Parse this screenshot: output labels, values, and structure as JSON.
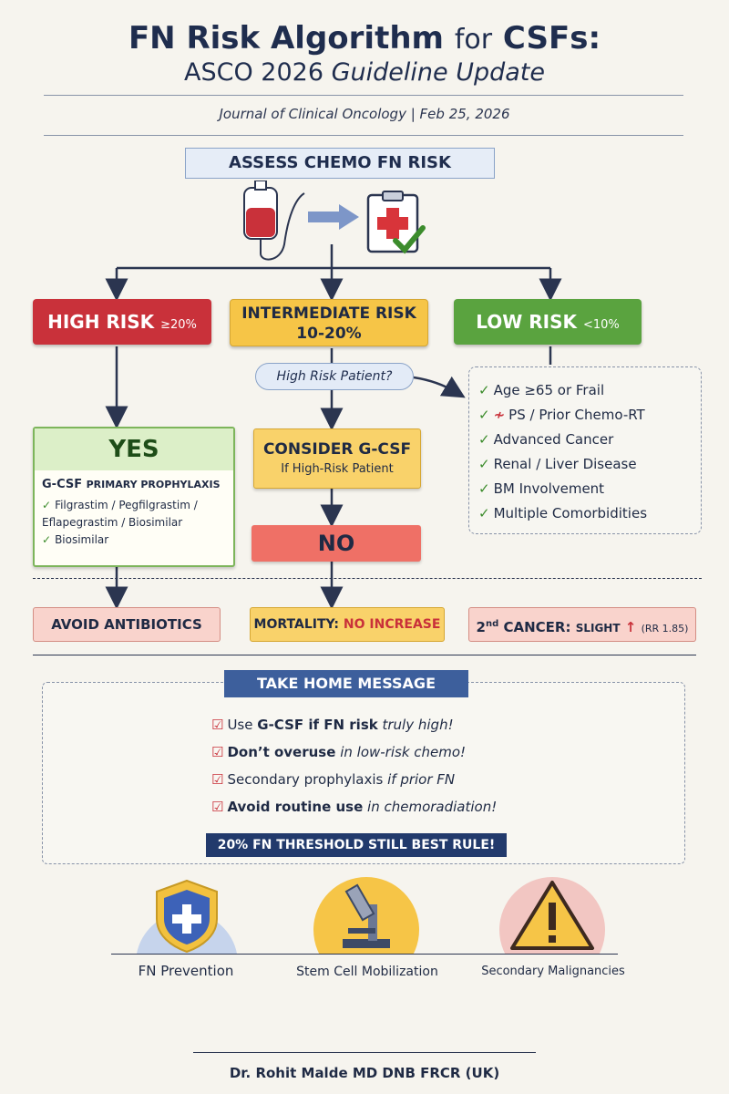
{
  "header": {
    "title_part1": "FN Risk Algorithm",
    "title_part2": "for",
    "title_part3": "CSFs:",
    "subtitle_part1": "ASCO 2026",
    "subtitle_part2": "Guideline Update",
    "journal": "Journal of Clinical Oncology | Feb 25, 2026"
  },
  "assess": {
    "label": "ASSESS CHEMO FN RISK"
  },
  "risks": {
    "high": {
      "label": "HIGH RISK",
      "range": "≥20%",
      "color": "#c9313a"
    },
    "intermediate": {
      "label": "INTERMEDIATE RISK",
      "range": "10-20%",
      "color": "#f6c547"
    },
    "low": {
      "label": "LOW RISK",
      "range": "<10%",
      "color": "#5aa33f"
    }
  },
  "question": "High Risk Patient?",
  "yes_box": {
    "heading": "YES",
    "sub_prefix": "G-CSF",
    "sub_suffix": "PRIMARY PROPHYLAXIS",
    "items": [
      "Filgrastim / Pegfilgrastim / Eflapegrastim / Biosimilar",
      "Biosimilar"
    ]
  },
  "consider_box": {
    "heading": "CONSIDER G-CSF",
    "sub": "If High-Risk Patient"
  },
  "no_box": {
    "label": "NO"
  },
  "criteria": {
    "items": [
      "Age ≥65 or Frail",
      "PS / Prior Chemo-RT",
      "Advanced Cancer",
      "Renal / Liver Disease",
      "BM Involvement",
      "Multiple Comorbidities"
    ]
  },
  "outcomes": {
    "left": "AVOID ANTIBIOTICS",
    "mid_prefix": "MORTALITY:",
    "mid_suffix": "NO INCREASE",
    "right_prefix": "2",
    "right_sup": "nd",
    "right_mid": "CANCER:",
    "right_slight": "SLIGHT",
    "right_rr": "(RR 1.85)"
  },
  "take_home": {
    "title": "TAKE HOME MESSAGE",
    "items": [
      {
        "a": "Use",
        "b": "G-CSF if FN risk",
        "c": "truly high!"
      },
      {
        "a": "Don’t overuse",
        "b": "",
        "c": "in low-risk chemo!"
      },
      {
        "a": "Secondary prophylaxis",
        "b": "",
        "c": "if prior FN"
      },
      {
        "a": "Avoid routine use",
        "b": "",
        "c": "in chemoradiation!"
      }
    ],
    "threshold": "20% FN THRESHOLD STILL BEST RULE!"
  },
  "icons": {
    "prevention": "FN Prevention",
    "stem_cell": "Stem Cell Mobilization",
    "malignancies": "Secondary Malignancies"
  },
  "footer": "Dr. Rohit Malde MD DNB FRCR (UK)"
}
